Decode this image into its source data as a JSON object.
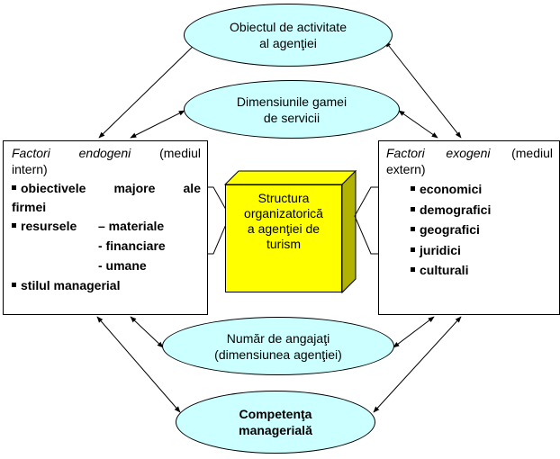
{
  "colors": {
    "ellipse_fill": "#ccffff",
    "cube_fill": "#ffff00",
    "cube_side": "#b2b200",
    "line": "#000000"
  },
  "ellipses": {
    "obiectul": [
      "Obiectul de activitate",
      "al agenţiei"
    ],
    "dimensiunile": [
      "Dimensiunile gamei",
      "de servicii"
    ],
    "numar": [
      "Număr de angajaţi",
      "(dimensiunea agenţiei)"
    ],
    "competenta": [
      "Competenţa",
      "managerială"
    ]
  },
  "endogen": {
    "title_italic": [
      "Factori",
      "endogeni"
    ],
    "title_rest": "(mediul",
    "title_line2": "intern)",
    "obj_words": [
      "obiectivele",
      "majore",
      "ale"
    ],
    "obj_line2": "firmei",
    "resurse_label": "resursele",
    "resurse_items": [
      "– materiale",
      "- financiare",
      "- umane"
    ],
    "stil": "stilul managerial"
  },
  "exogen": {
    "title_italic": [
      "Factori",
      "exogeni"
    ],
    "title_rest": "(mediul",
    "title_line2": "extern)",
    "items": [
      "economici",
      "demografici",
      "geografici",
      "juridici",
      "culturali"
    ]
  },
  "center": {
    "lines": [
      "Structura",
      "organizatorică",
      "a agenţiei de",
      "turism"
    ]
  }
}
